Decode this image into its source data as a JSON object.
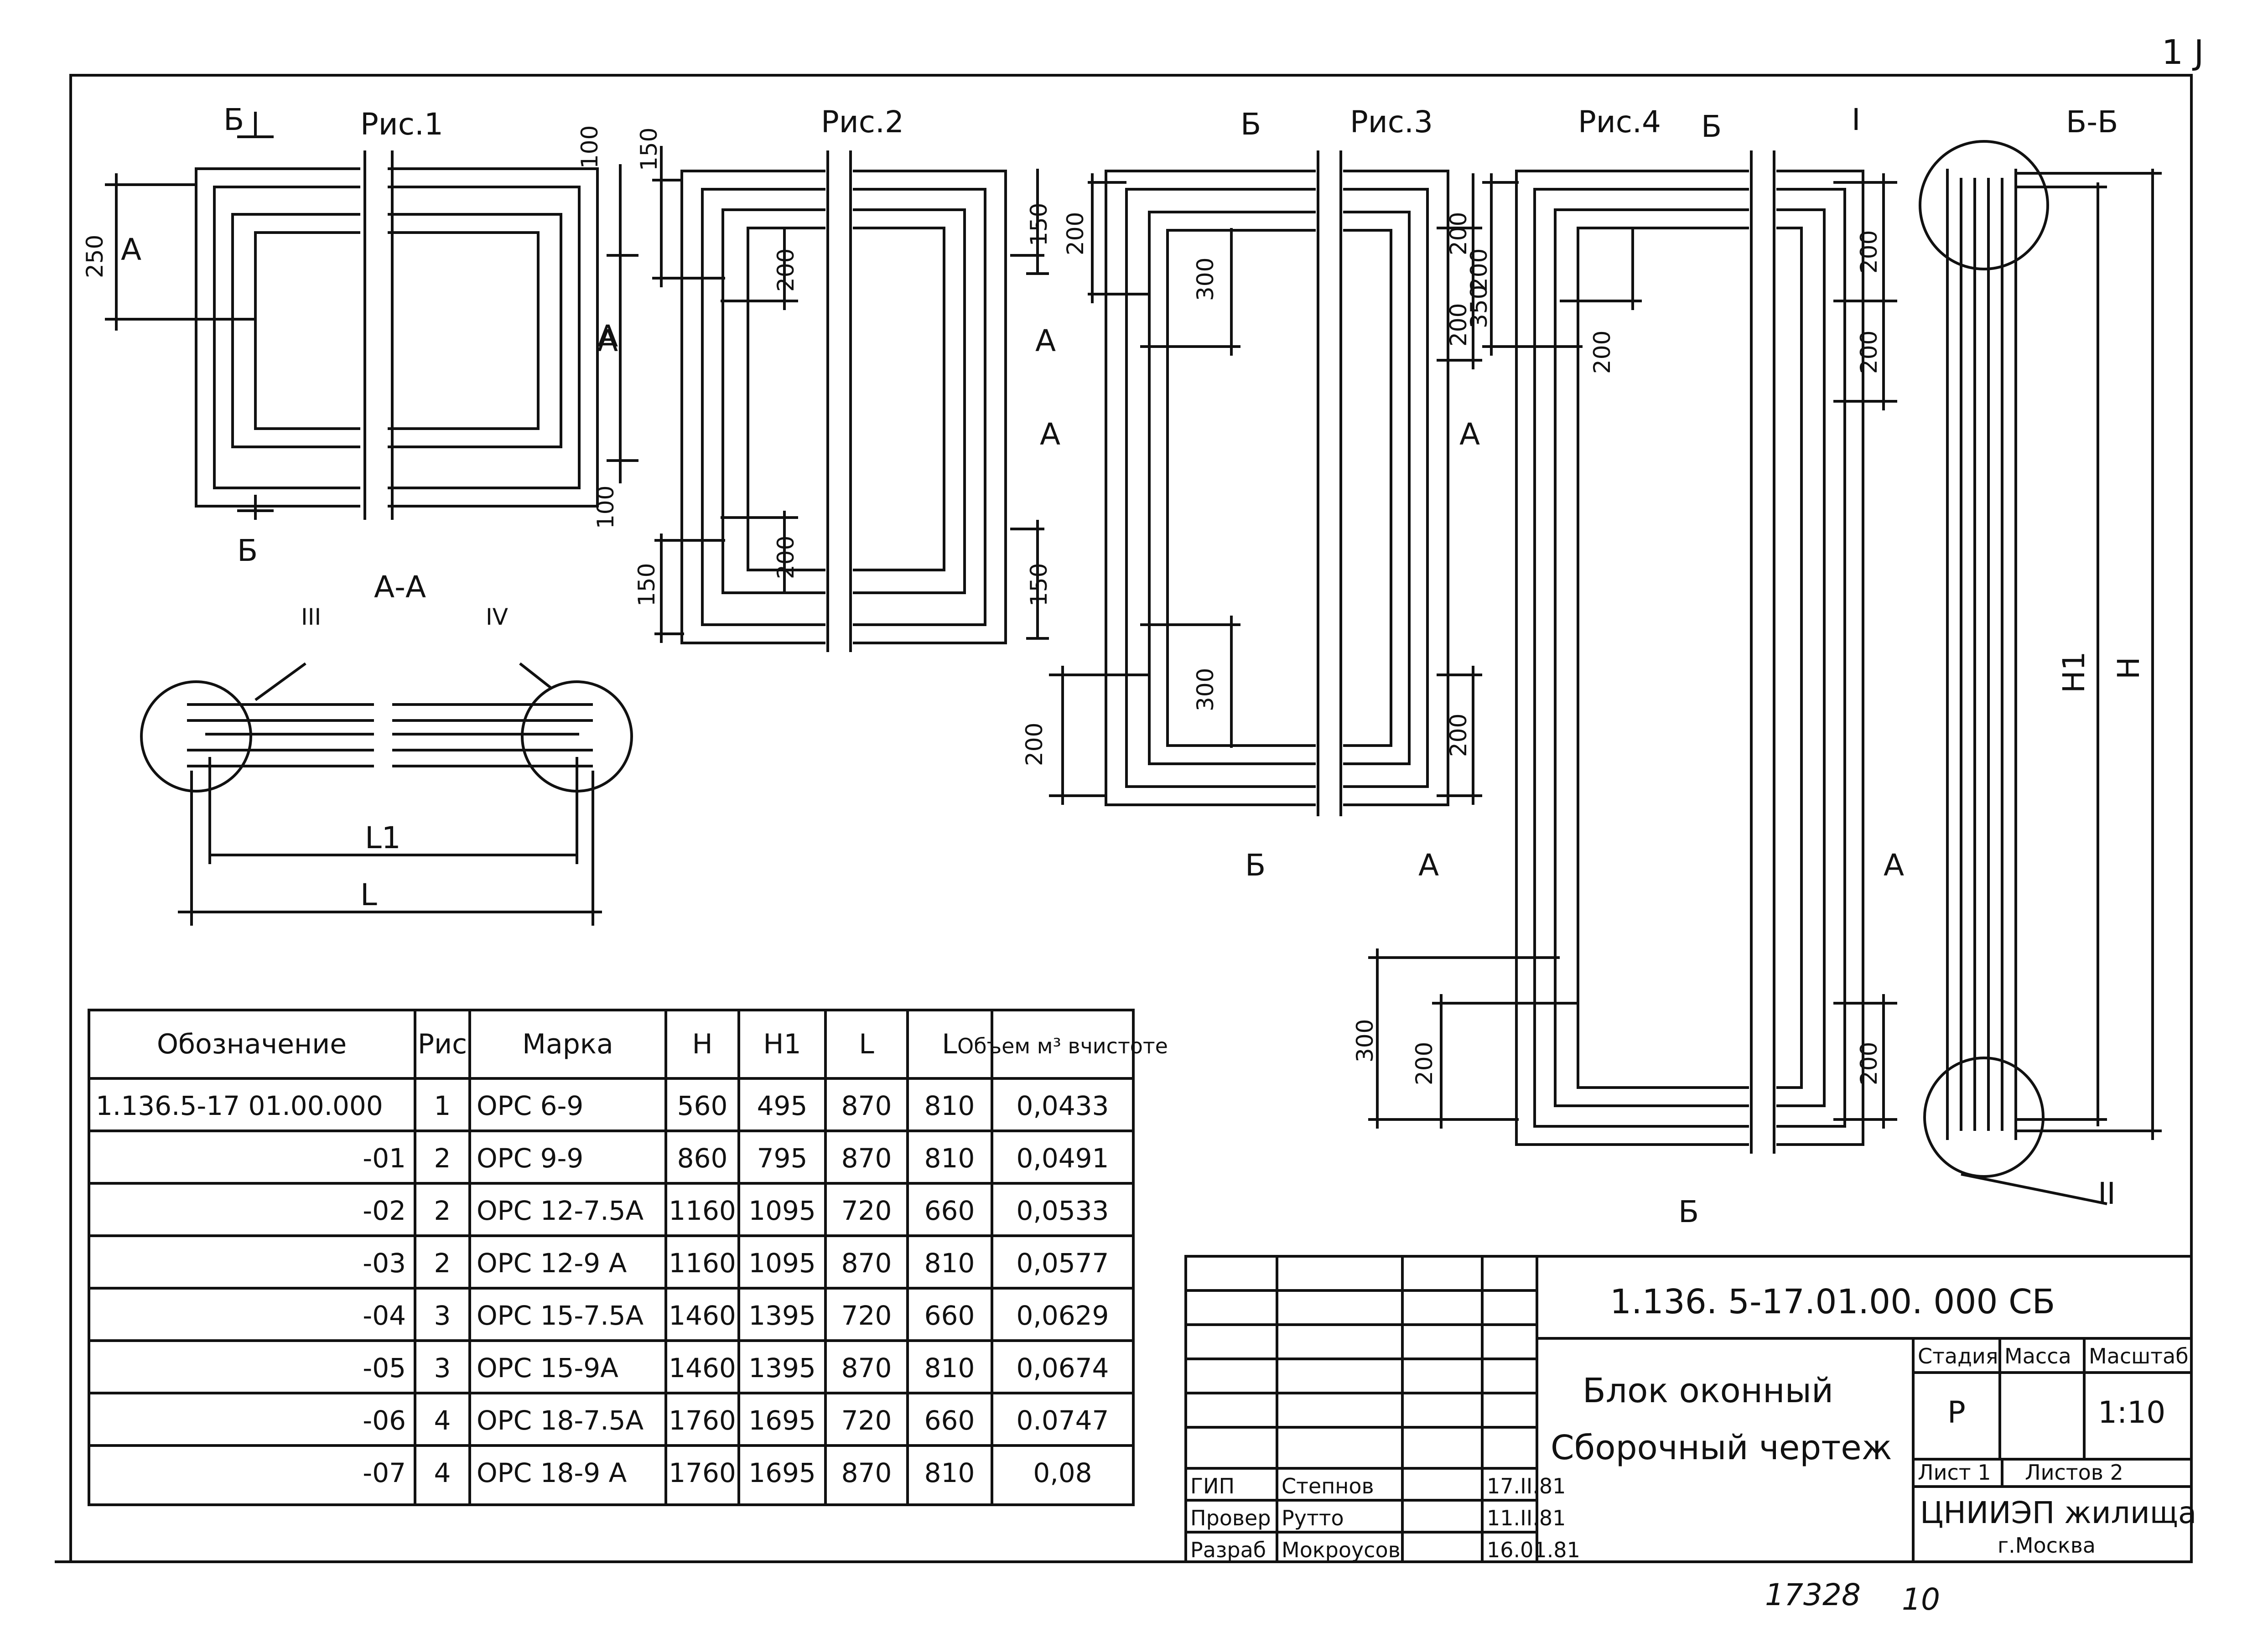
{
  "corner_mark": "1 J",
  "figures": {
    "fig1": "Рис.1",
    "fig2": "Рис.2",
    "fig3": "Рис.3",
    "fig4": "Рис.4"
  },
  "sections": {
    "aa": "А-А",
    "bb": "Б-Б",
    "b": "Б",
    "a": "А",
    "node_i": "I",
    "node_ii": "II",
    "node_iii": "III",
    "node_iv": "IV",
    "l1": "L1",
    "l": "L",
    "h1": "H1",
    "h": "H"
  },
  "dims": {
    "d250": "250",
    "d100": "100",
    "d150": "150",
    "d200": "200",
    "d300": "300",
    "d350": "350"
  },
  "spec_table": {
    "headers": [
      "Обозначение",
      "Рис",
      "Марка",
      "H",
      "H1",
      "L",
      "L",
      "Объем м³ вчистоте"
    ],
    "rows": [
      [
        "1.136.5-17 01.00.000",
        "1",
        "ОРС 6-9",
        "560",
        "495",
        "870",
        "810",
        "0,0433"
      ],
      [
        "-01",
        "2",
        "ОРС 9-9",
        "860",
        "795",
        "870",
        "810",
        "0,0491"
      ],
      [
        "-02",
        "2",
        "ОРС 12-7.5А",
        "1160",
        "1095",
        "720",
        "660",
        "0,0533"
      ],
      [
        "-03",
        "2",
        "ОРС 12-9 А",
        "1160",
        "1095",
        "870",
        "810",
        "0,0577"
      ],
      [
        "-04",
        "3",
        "ОРС 15-7.5А",
        "1460",
        "1395",
        "720",
        "660",
        "0,0629"
      ],
      [
        "-05",
        "3",
        "ОРС 15-9А",
        "1460",
        "1395",
        "870",
        "810",
        "0,0674"
      ],
      [
        "-06",
        "4",
        "ОРС 18-7.5А",
        "1760",
        "1695",
        "720",
        "660",
        "0.0747"
      ],
      [
        "-07",
        "4",
        "ОРС 18-9 А",
        "1760",
        "1695",
        "870",
        "810",
        "0,08"
      ]
    ]
  },
  "title_block": {
    "doc_code": "1.136. 5-17.01.00. 000 СБ",
    "name_line1": "Блок оконный",
    "name_line2": "Сборочный чертеж",
    "stage_label": "Стадия",
    "mass_label": "Масса",
    "scale_label": "Масштаб",
    "stage_value": "Р",
    "scale_value": "1:10",
    "sheet_label": "Лист 1",
    "sheets_label": "Листов 2",
    "org_line1": "ЦНИИЭП жилища",
    "org_line2": "г.Москва",
    "roles": [
      {
        "role": "ГИП",
        "name": "Степнов",
        "date": "17.II.81"
      },
      {
        "role": "Провер",
        "name": "Рутто",
        "date": "11.II.81"
      },
      {
        "role": "Разраб",
        "name": "Мокроусов",
        "date": "16.01.81"
      }
    ]
  },
  "footer": {
    "inventory": "17328",
    "page": "10"
  }
}
